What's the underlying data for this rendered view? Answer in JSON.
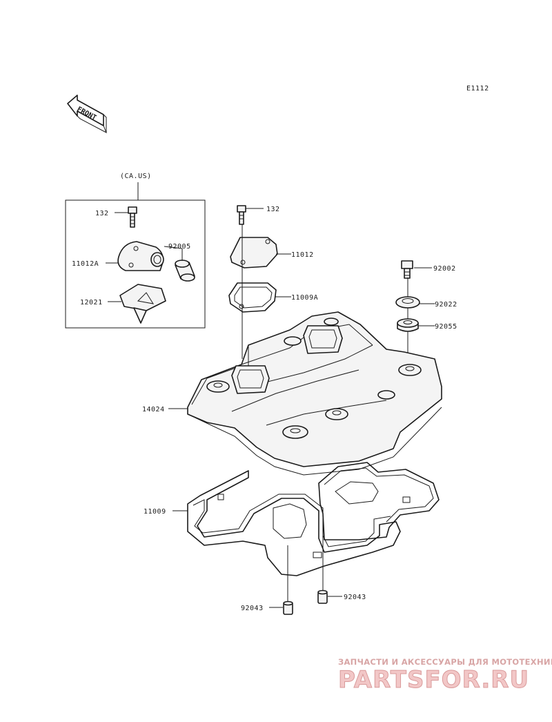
{
  "diagram": {
    "code": "E1112",
    "front_marker": "FRONT",
    "variant_note": "(CA.US)",
    "labels": {
      "p132_inset": "132",
      "p92005": "92005",
      "p11012A": "11012A",
      "p12021": "12021",
      "p132_main": "132",
      "p11012": "11012",
      "p11009A": "11009A",
      "p92002": "92002",
      "p92022": "92022",
      "p92055": "92055",
      "p14024": "14024",
      "p11009": "11009",
      "p92043_left": "92043",
      "p92043_right": "92043"
    }
  },
  "watermark": {
    "tagline": "ЗАПЧАСТИ И АКСЕССУАРЫ ДЛЯ МОТОТЕХНИКИ",
    "logo": "PARTSFOR.RU"
  }
}
